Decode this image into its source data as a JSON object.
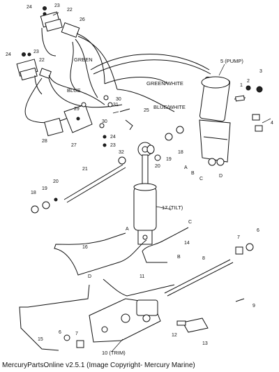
{
  "caption": "MercuryPartsOnline v2.5.1 (Image Copyright- Mercury Marine)",
  "wire_labels": {
    "green": "GREEN",
    "blue": "BLUE",
    "green_white": "GREEN/WHITE",
    "blue_white": "BLUE/WHITE"
  },
  "components": {
    "pump": "5 (PUMP)",
    "tilt": "17 (TILT)",
    "trim": "10 (TRIM)"
  },
  "callouts": {
    "n1": "1",
    "n2": "2",
    "n3": "3",
    "n4": "4",
    "n6a": "6",
    "n6b": "6",
    "n7a": "7",
    "n7b": "7",
    "n8": "8",
    "n9": "9",
    "n11": "11",
    "n12": "12",
    "n13": "13",
    "n14": "14",
    "n15": "15",
    "n16": "16",
    "n18a": "18",
    "n18b": "18",
    "n19a": "19",
    "n19b": "19",
    "n20a": "20",
    "n20b": "20",
    "n21": "21",
    "n22a": "22",
    "n22b": "22",
    "n23a": "23",
    "n23b": "23",
    "n23c": "23",
    "n24a": "24",
    "n24b": "24",
    "n24c": "24",
    "n25": "25",
    "n26": "26",
    "n27": "27",
    "n28": "28",
    "n29": "29",
    "n30a": "30",
    "n30b": "30",
    "n31": "31",
    "n32": "32"
  },
  "line_letters": {
    "pa": "A",
    "pb": "B",
    "pc": "C",
    "pd": "D",
    "la": "A",
    "lb": "B",
    "lc": "C",
    "ld": "D"
  }
}
